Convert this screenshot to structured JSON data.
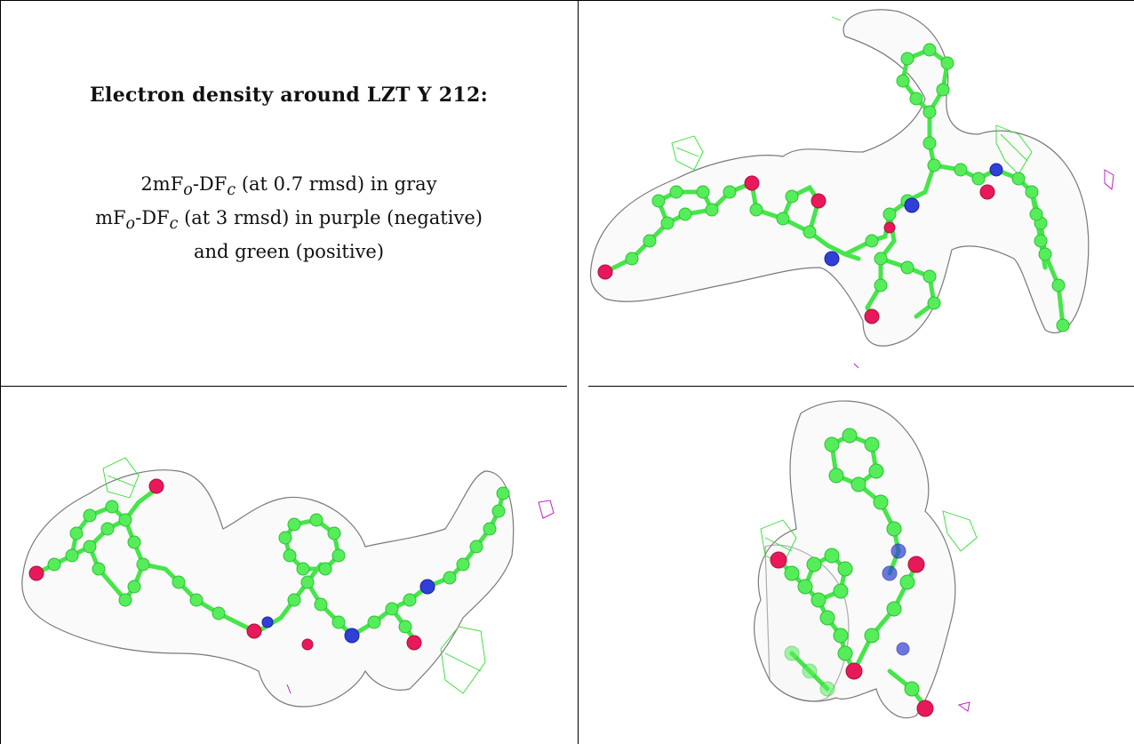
{
  "caption": {
    "title": "Electron density around LZT Y 212:",
    "line1_a": "2mF",
    "line1_b": "o",
    "line1_c": "-DF",
    "line1_d": "c",
    "line1_e": " (at 0.7 rmsd) in gray",
    "line2_a": "mF",
    "line2_b": "o",
    "line2_c": "-DF",
    "line2_d": "c",
    "line2_e": " (at 3 rmsd) in purple (negative)",
    "line3": "and green (positive)"
  },
  "colors": {
    "carbon": "#55ee5a",
    "oxygen": "#e8195a",
    "nitrogen": "#2f3fd8",
    "density_2fofc": "#8a8a8a",
    "difference_positive": "#30e030",
    "difference_negative": "#c020c8"
  }
}
